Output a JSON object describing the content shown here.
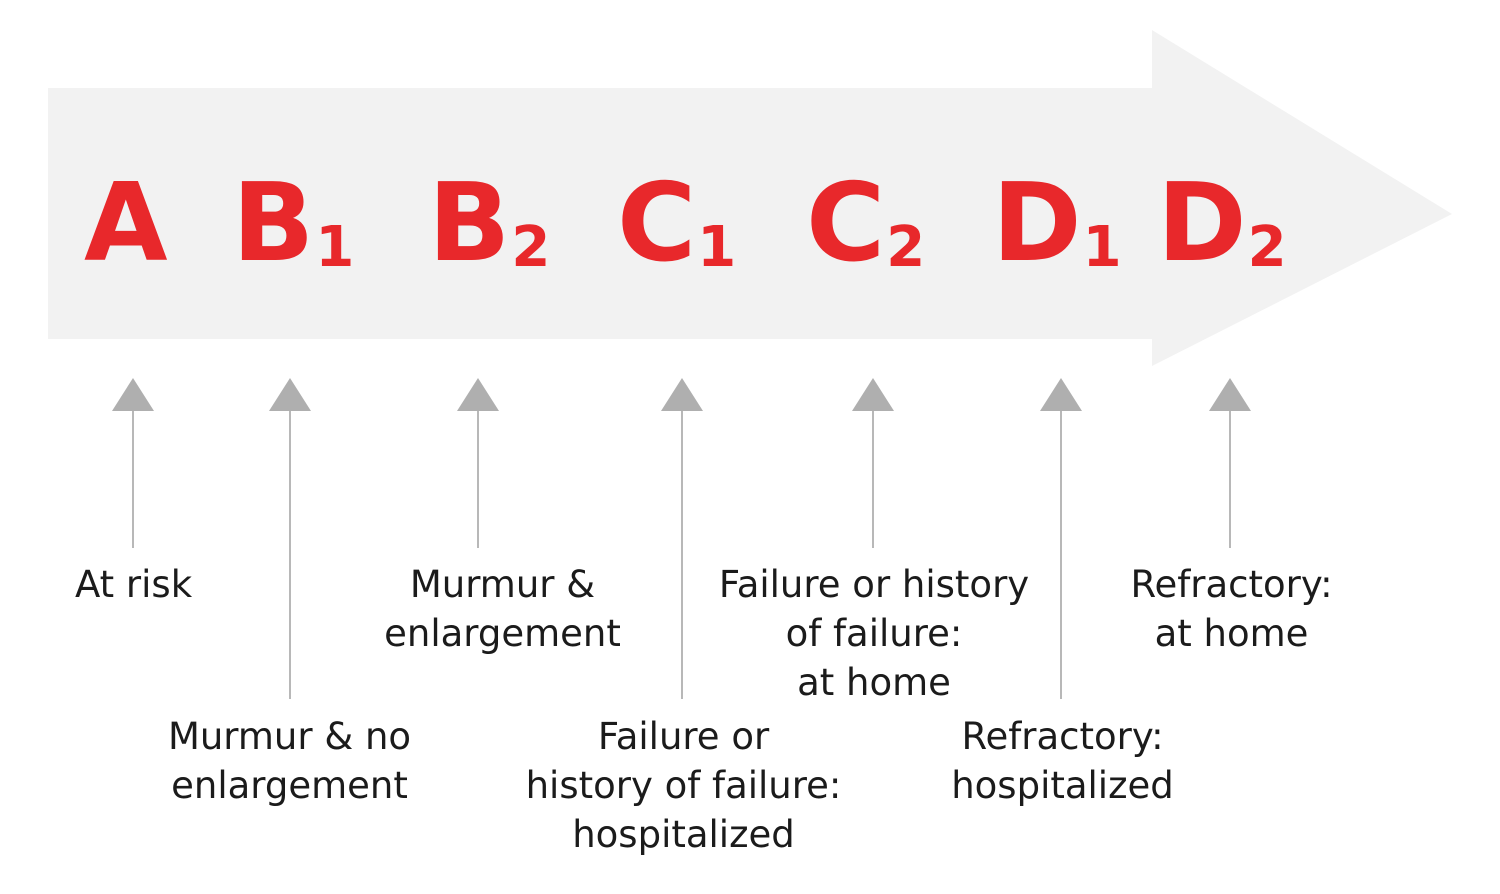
{
  "figure": {
    "title": "ACVIM heart disease staging banner",
    "banner_color": "#F2F2F2",
    "stage_color": "#E8282B",
    "pointer_color": "#AFAFAF",
    "line_color": "#B8B8B8",
    "caption_color": "#1b1b1b",
    "background": "#FFFFFF"
  },
  "stages": [
    {
      "letter": "A",
      "sub": ""
    },
    {
      "letter": "B",
      "sub": "1"
    },
    {
      "letter": "B",
      "sub": "2"
    },
    {
      "letter": "C",
      "sub": "1"
    },
    {
      "letter": "C",
      "sub": "2"
    },
    {
      "letter": "D",
      "sub": "1"
    },
    {
      "letter": "D",
      "sub": "2"
    }
  ],
  "captions": [
    {
      "stage": "A",
      "text": "At risk"
    },
    {
      "stage": "B1",
      "text": "Murmur & no\nenlargement"
    },
    {
      "stage": "B2",
      "text": "Murmur &\nenlargement"
    },
    {
      "stage": "C1",
      "text": "Failure or\nhistory of failure:\nhospitalized"
    },
    {
      "stage": "C2",
      "text": "Failure or history\nof failure:\nat home"
    },
    {
      "stage": "D1",
      "text": "Refractory:\nhospitalized"
    },
    {
      "stage": "D2",
      "text": "Refractory:\nat home"
    }
  ]
}
